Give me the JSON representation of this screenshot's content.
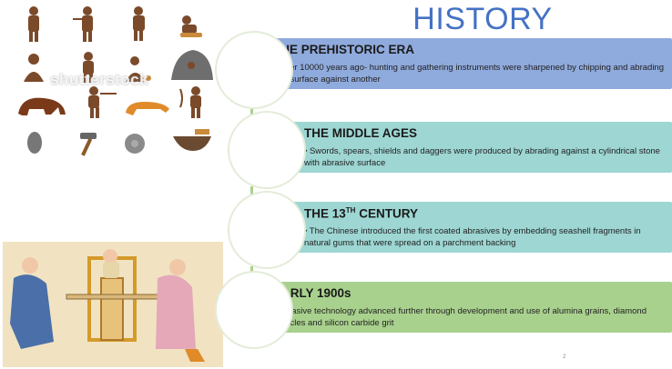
{
  "slide": {
    "title": "HISTORY",
    "watermark": "shutterstock",
    "page_number": "2"
  },
  "timeline": [
    {
      "heading": "THE PREHISTORIC ERA",
      "bullet": "Over 10000 years ago- hunting and gathering instruments were sharpened by chipping and abrading one surface against another",
      "color": "#8faadc"
    },
    {
      "heading_pre": "THE MIDDLE AGES",
      "bullet": "Swords, spears, shields and daggers were produced by abrading against a cylindrical stone with abrasive surface",
      "color": "#9dd6d3"
    },
    {
      "heading_pre": "THE 13",
      "heading_sup": "TH",
      "heading_post": " CENTURY",
      "bullet": "The Chinese introduced the first coated abrasives by embedding seashell fragments in natural gums that were spread on a parchment backing",
      "color": "#9dd6d3"
    },
    {
      "heading": "EARLY 1900s",
      "bullet": "Abrasive technology advanced further through development and use of alumina grains, diamond particles and silicon carbide grit",
      "color": "#a9d18e"
    }
  ],
  "icons": {
    "bullet": "•"
  }
}
